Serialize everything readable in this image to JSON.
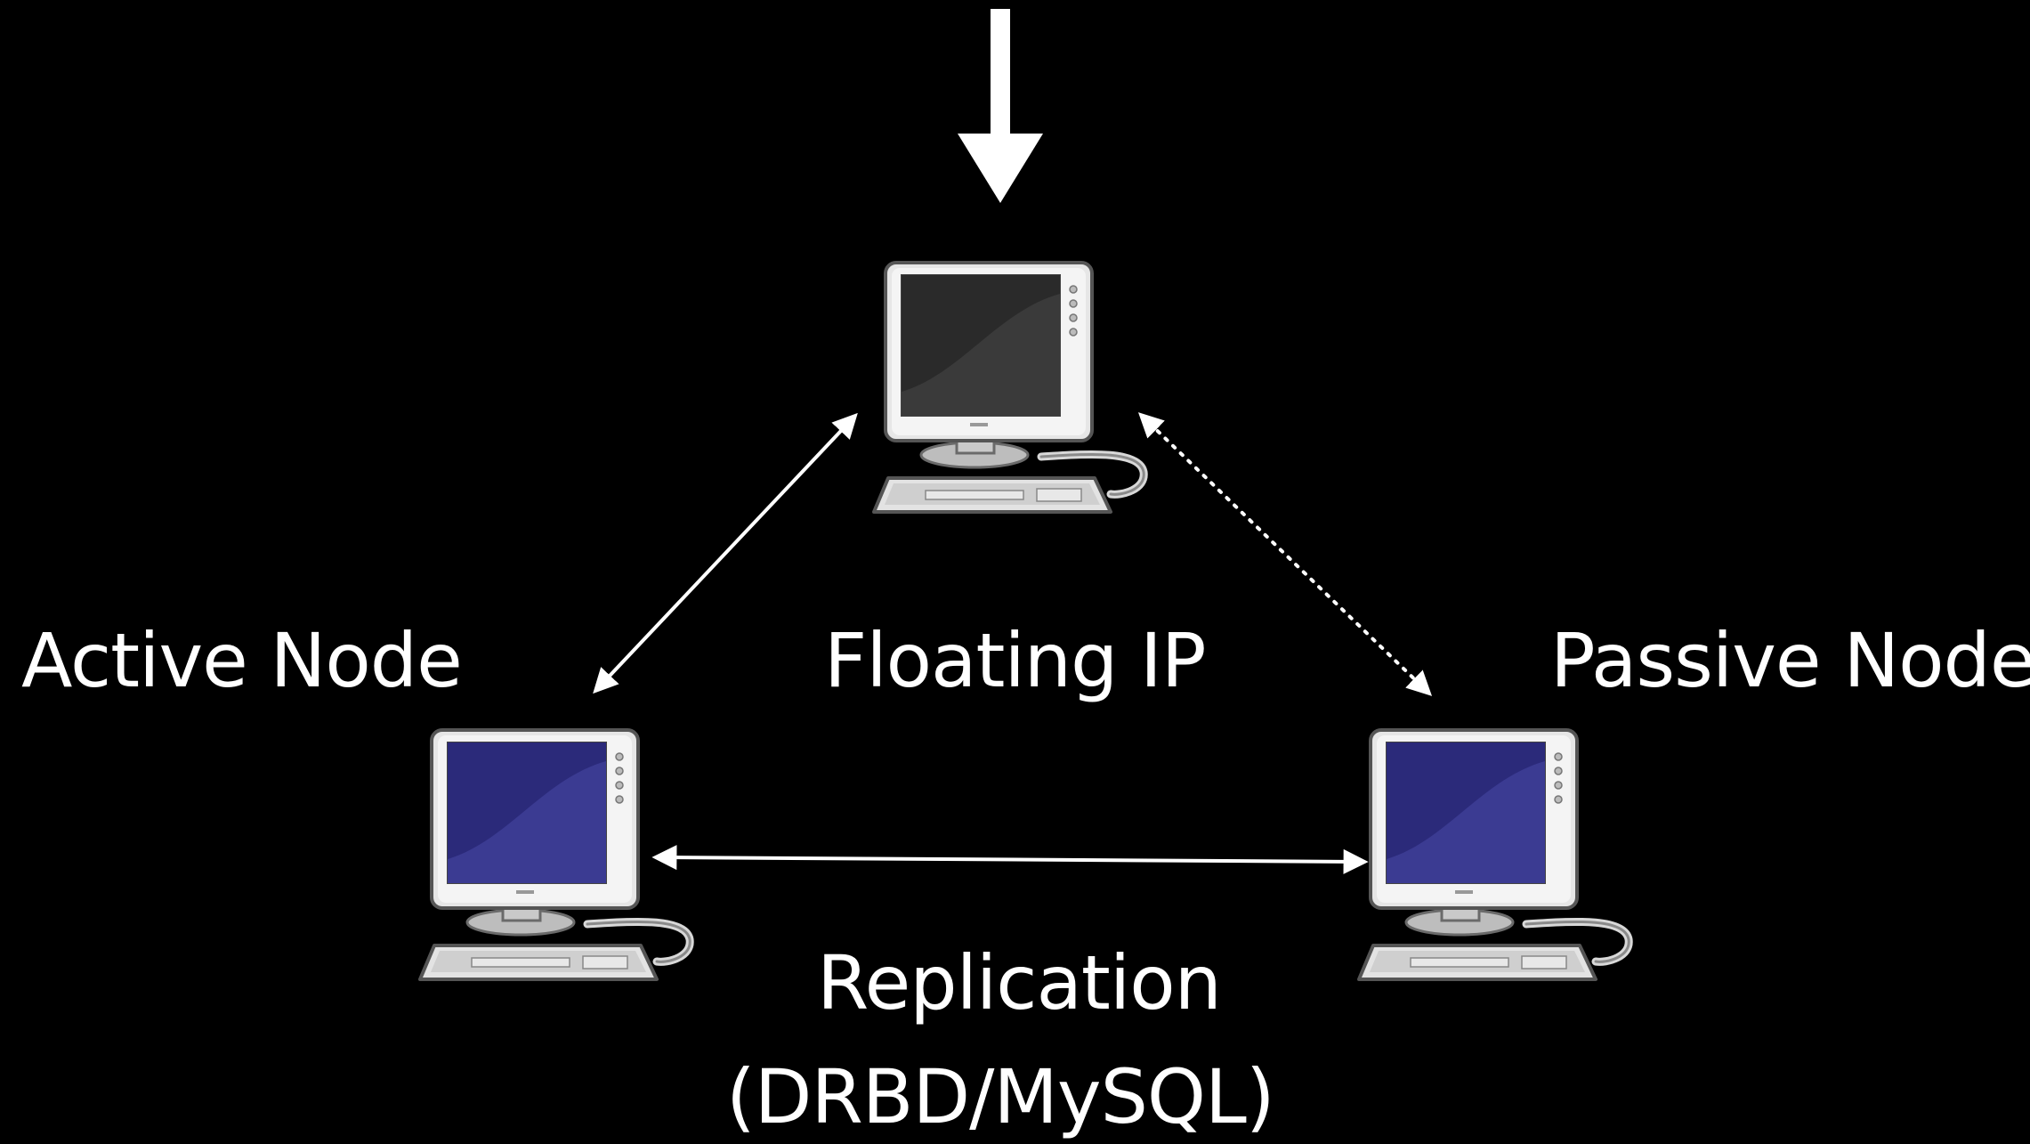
{
  "labels": {
    "active_node": "Active Node",
    "floating_ip": "Floating IP",
    "passive_node": "Passive Node",
    "replication_line1": "Replication",
    "replication_line2": "(DRBD/MySQL)"
  },
  "nodes": [
    {
      "id": "floating-ip",
      "icon": "computer-icon",
      "screen_color": "#2a2a2a"
    },
    {
      "id": "active-node",
      "icon": "computer-icon",
      "screen_color": "#2b2a7a"
    },
    {
      "id": "passive-node",
      "icon": "computer-icon",
      "screen_color": "#2b2a7a"
    }
  ],
  "connections": [
    {
      "from": "active-node",
      "to": "floating-ip",
      "style": "solid",
      "direction": "bidirectional"
    },
    {
      "from": "passive-node",
      "to": "floating-ip",
      "style": "dotted",
      "direction": "bidirectional"
    },
    {
      "from": "active-node",
      "to": "passive-node",
      "style": "solid",
      "direction": "bidirectional"
    }
  ],
  "colors": {
    "background": "#000000",
    "text": "#ffffff",
    "arrow": "#ffffff"
  }
}
